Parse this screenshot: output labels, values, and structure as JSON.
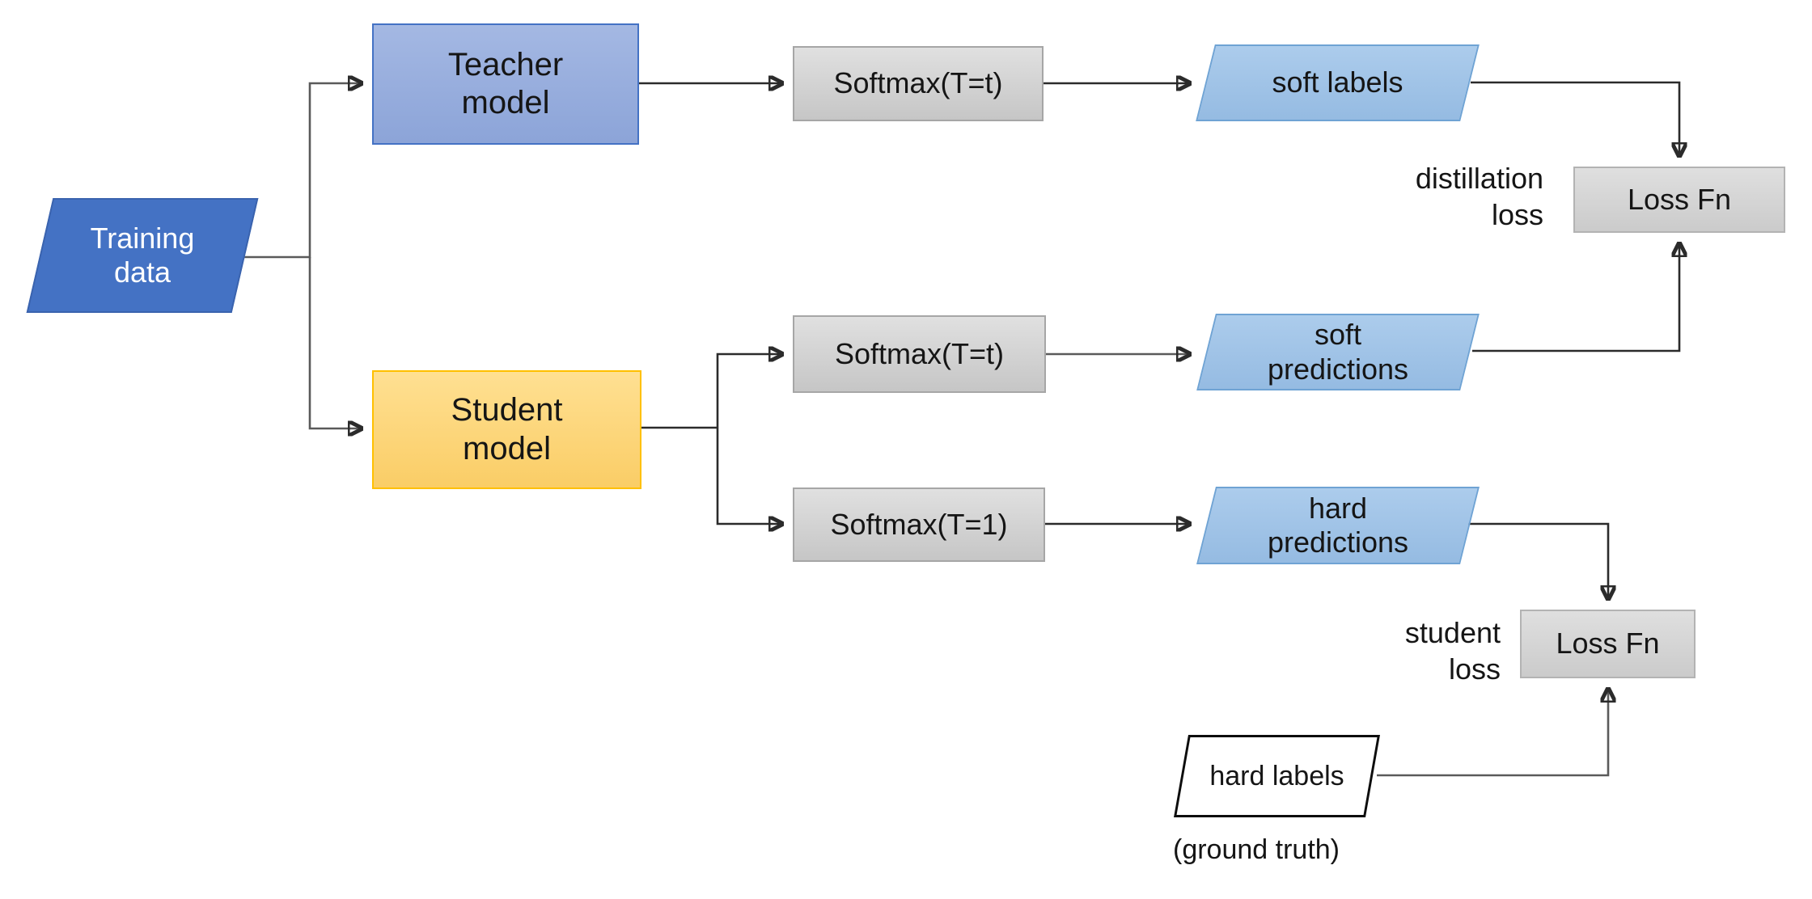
{
  "diagram": {
    "nodes": {
      "training_data": {
        "label": "Training\ndata"
      },
      "teacher_model": {
        "label": "Teacher\nmodel"
      },
      "student_model": {
        "label": "Student\nmodel"
      },
      "teacher_softmax": {
        "label": "Softmax(T=t)"
      },
      "student_softmax_t": {
        "label": "Softmax(T=t)"
      },
      "student_softmax_1": {
        "label": "Softmax(T=1)"
      },
      "soft_labels": {
        "label": "soft labels"
      },
      "soft_predictions": {
        "label": "soft\npredictions"
      },
      "hard_predictions": {
        "label": "hard\npredictions"
      },
      "distillation_loss_fn": {
        "label": "Loss Fn"
      },
      "student_loss_fn": {
        "label": "Loss Fn"
      },
      "hard_labels": {
        "label": "hard labels"
      }
    },
    "annotations": {
      "distillation_loss": "distillation\nloss",
      "student_loss": "student\nloss",
      "ground_truth": "(ground truth)"
    },
    "colors": {
      "training_data_fill": "#4472C4",
      "teacher_fill": "#8FAADC",
      "teacher_border": "#4472C4",
      "student_fill": "#FFD876",
      "student_border": "#FFC000",
      "process_fill": "#D6D6D6",
      "process_border": "#A6A6A6",
      "data_io_fill": "#9DC3E6",
      "data_io_border": "#6FA3D4",
      "hard_labels_fill": "#FFFFFF",
      "hard_labels_border": "#0D0D0D",
      "connector": "#2B2B2B"
    }
  }
}
